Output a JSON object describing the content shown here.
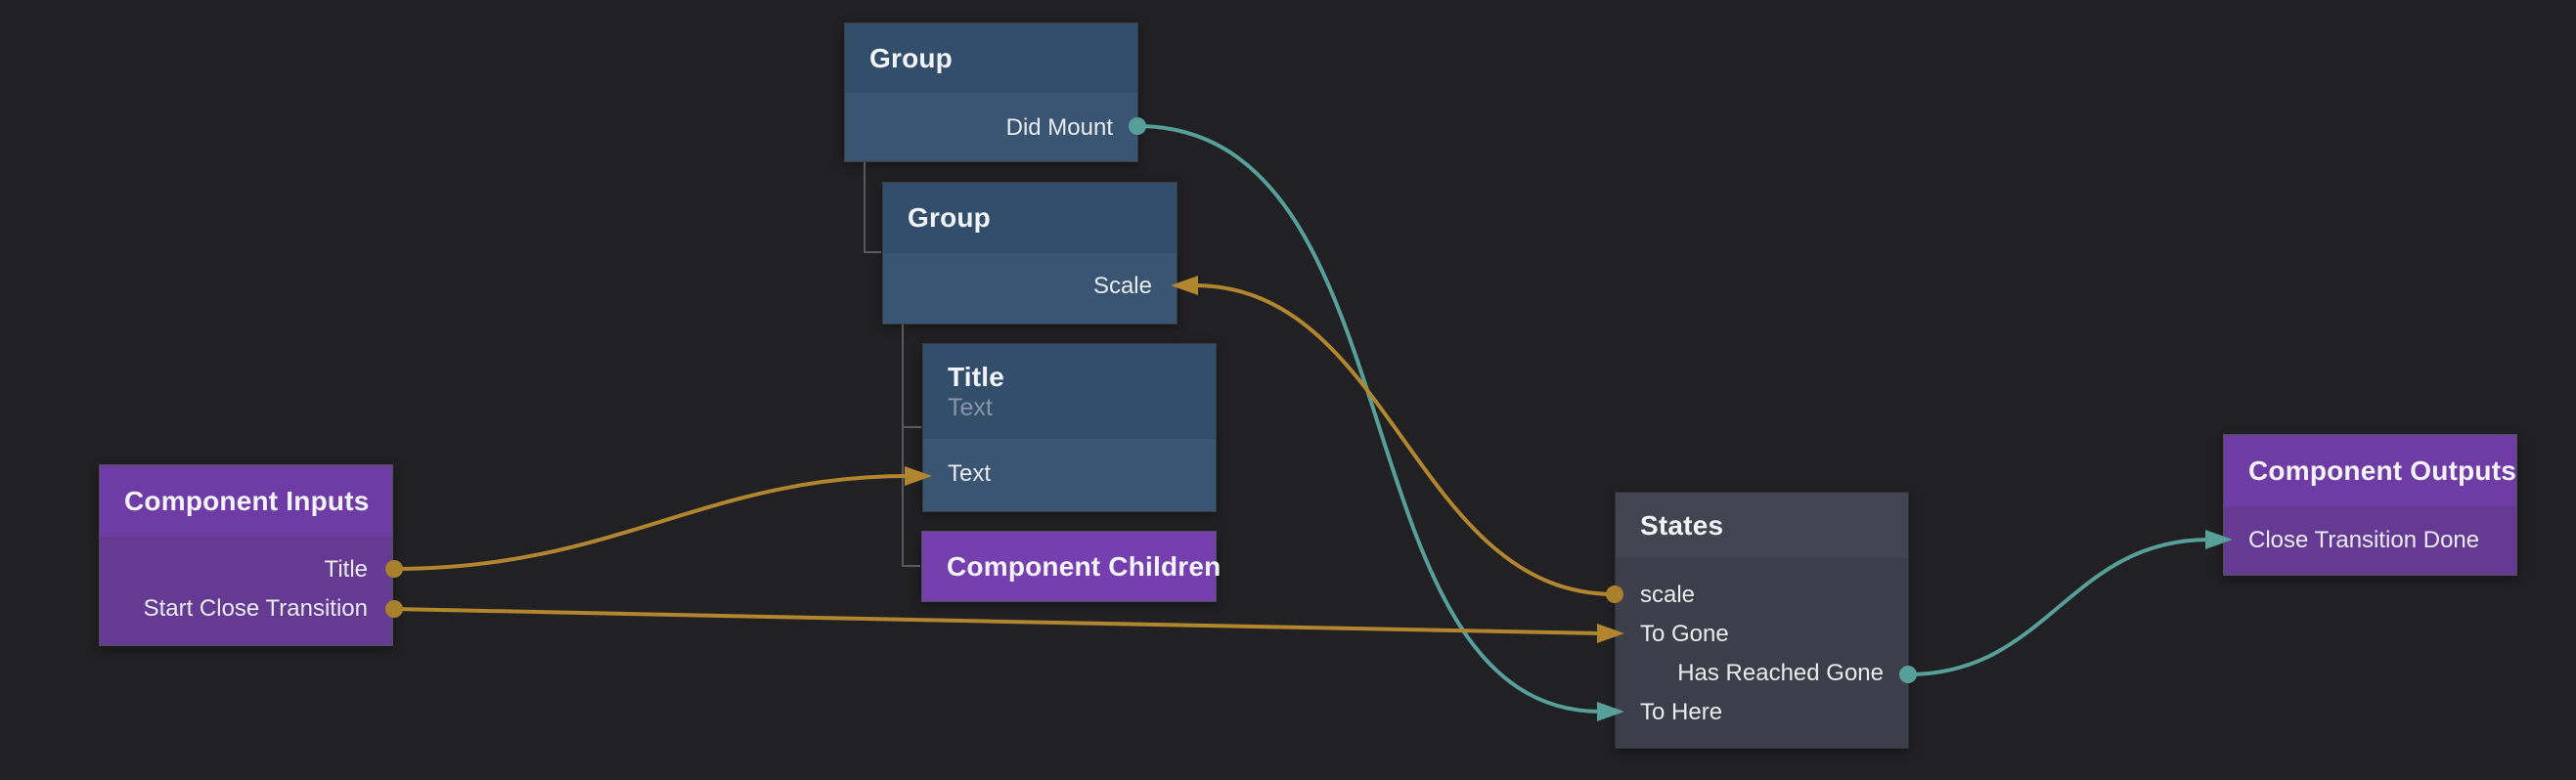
{
  "editor": {
    "background_color": "#212124",
    "view": "component-node-graph"
  },
  "colors": {
    "signal_wire": "#57a099",
    "data_wire": "#b2852f",
    "hierarchy_line": "#5a5a5e",
    "visual_node_header": "#324e6b",
    "component_io_node_header": "#6f3ca6",
    "state_node_header": "#424550"
  },
  "nodes": [
    {
      "title": "Group",
      "ports": [
        {
          "label": "Did Mount",
          "side": "right",
          "connector": "output-dot",
          "wire": "signal"
        }
      ]
    },
    {
      "title": "Group",
      "ports": [
        {
          "label": "Scale",
          "side": "right",
          "connector": "input-arrow",
          "wire": "data"
        }
      ]
    },
    {
      "title": "Title",
      "subtitle": "Text",
      "ports": [
        {
          "label": "Text",
          "side": "left",
          "connector": "input-arrow",
          "wire": "data"
        }
      ]
    },
    {
      "title": "Component Children",
      "ports": []
    },
    {
      "title": "Component Inputs",
      "ports": [
        {
          "label": "Title",
          "side": "right",
          "connector": "output-dot",
          "wire": "data"
        },
        {
          "label": "Start Close Transition",
          "side": "right",
          "connector": "output-dot",
          "wire": "data"
        }
      ]
    },
    {
      "title": "States",
      "ports": [
        {
          "label": "scale",
          "side": "left",
          "connector": "output-dot",
          "wire": "data"
        },
        {
          "label": "To Gone",
          "side": "left",
          "connector": "input-arrow",
          "wire": "data"
        },
        {
          "label": "Has Reached Gone",
          "side": "right",
          "connector": "output-dot",
          "wire": "signal"
        },
        {
          "label": "To Here",
          "side": "left",
          "connector": "input-arrow",
          "wire": "signal"
        }
      ]
    },
    {
      "title": "Component Outputs",
      "ports": [
        {
          "label": "Close Transition Done",
          "side": "left",
          "connector": "input-arrow",
          "wire": "signal"
        }
      ]
    }
  ],
  "connections": [
    {
      "from": "Group.Did Mount",
      "to": "States.To Here",
      "type": "signal"
    },
    {
      "from": "States.scale",
      "to": "Group.Scale",
      "type": "data"
    },
    {
      "from": "Component Inputs.Title",
      "to": "Title.Text",
      "type": "data"
    },
    {
      "from": "Component Inputs.Start Close Transition",
      "to": "States.To Gone",
      "type": "data"
    },
    {
      "from": "States.Has Reached Gone",
      "to": "Component Outputs.Close Transition Done",
      "type": "signal"
    }
  ],
  "hierarchy": [
    {
      "parent": "Group",
      "child": "Group"
    },
    {
      "parent": "Group",
      "child": "Title"
    },
    {
      "parent": "Group",
      "child": "Component Children"
    }
  ]
}
